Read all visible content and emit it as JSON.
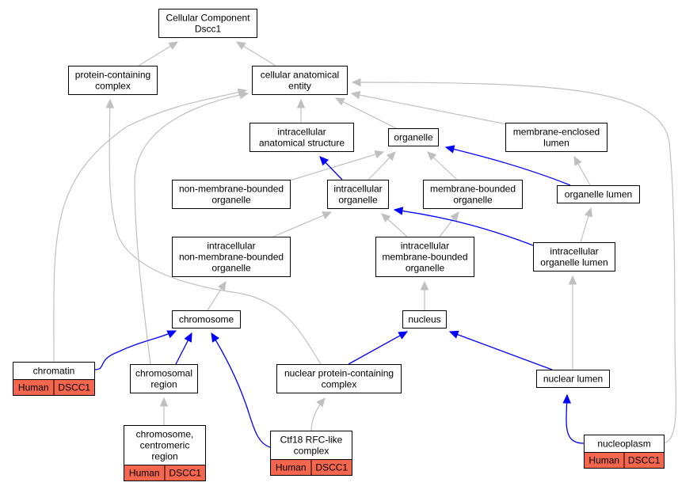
{
  "graph": {
    "nodes": [
      {
        "id": "cc_root",
        "lines": [
          "Cellular Component",
          "Dscc1"
        ]
      },
      {
        "id": "protein_containing_complex",
        "lines": [
          "protein-containing",
          "complex"
        ]
      },
      {
        "id": "cellular_anatomical_entity",
        "lines": [
          "cellular anatomical",
          "entity"
        ]
      },
      {
        "id": "intracellular_anatomical_structure",
        "lines": [
          "intracellular",
          "anatomical structure"
        ]
      },
      {
        "id": "organelle",
        "lines": [
          "organelle"
        ]
      },
      {
        "id": "membrane_enclosed_lumen",
        "lines": [
          "membrane-enclosed",
          "lumen"
        ]
      },
      {
        "id": "non_membrane_bounded_organelle",
        "lines": [
          "non-membrane-bounded",
          "organelle"
        ]
      },
      {
        "id": "intracellular_organelle",
        "lines": [
          "intracellular",
          "organelle"
        ]
      },
      {
        "id": "membrane_bounded_organelle",
        "lines": [
          "membrane-bounded",
          "organelle"
        ]
      },
      {
        "id": "organelle_lumen",
        "lines": [
          "organelle lumen"
        ]
      },
      {
        "id": "intracellular_non_membrane_bounded_organelle",
        "lines": [
          "intracellular",
          "non-membrane-bounded",
          "organelle"
        ]
      },
      {
        "id": "intracellular_membrane_bounded_organelle",
        "lines": [
          "intracellular",
          "membrane-bounded",
          "organelle"
        ]
      },
      {
        "id": "intracellular_organelle_lumen",
        "lines": [
          "intracellular",
          "organelle lumen"
        ]
      },
      {
        "id": "chromosome",
        "lines": [
          "chromosome"
        ]
      },
      {
        "id": "nucleus",
        "lines": [
          "nucleus"
        ]
      },
      {
        "id": "chromatin",
        "lines": [
          "chromatin"
        ],
        "tag": [
          "Human",
          "DSCC1"
        ]
      },
      {
        "id": "chromosomal_region",
        "lines": [
          "chromosomal",
          "region"
        ]
      },
      {
        "id": "nuclear_protein_containing_complex",
        "lines": [
          "nuclear protein-containing",
          "complex"
        ]
      },
      {
        "id": "nuclear_lumen",
        "lines": [
          "nuclear lumen"
        ]
      },
      {
        "id": "chromosome_centromeric_region",
        "lines": [
          "chromosome,",
          "centromeric",
          "region"
        ],
        "tag": [
          "Human",
          "DSCC1"
        ]
      },
      {
        "id": "ctf18_rfc_like_complex",
        "lines": [
          "Ctf18 RFC-like",
          "complex"
        ],
        "tag": [
          "Human",
          "DSCC1"
        ]
      },
      {
        "id": "nucleoplasm",
        "lines": [
          "nucleoplasm"
        ],
        "tag": [
          "Human",
          "DSCC1"
        ]
      }
    ],
    "edges": [
      {
        "from": "protein_containing_complex",
        "to": "cc_root",
        "color": "gray"
      },
      {
        "from": "cellular_anatomical_entity",
        "to": "cc_root",
        "color": "gray"
      },
      {
        "from": "intracellular_anatomical_structure",
        "to": "cellular_anatomical_entity",
        "color": "gray"
      },
      {
        "from": "organelle",
        "to": "cellular_anatomical_entity",
        "color": "gray"
      },
      {
        "from": "membrane_enclosed_lumen",
        "to": "cellular_anatomical_entity",
        "color": "gray"
      },
      {
        "from": "chromatin",
        "to": "cellular_anatomical_entity",
        "color": "gray"
      },
      {
        "from": "chromosomal_region",
        "to": "cellular_anatomical_entity",
        "color": "gray"
      },
      {
        "from": "nucleoplasm",
        "to": "cellular_anatomical_entity",
        "color": "gray"
      },
      {
        "from": "nuclear_protein_containing_complex",
        "to": "protein_containing_complex",
        "color": "gray"
      },
      {
        "from": "non_membrane_bounded_organelle",
        "to": "organelle",
        "color": "gray"
      },
      {
        "from": "intracellular_organelle",
        "to": "organelle",
        "color": "gray"
      },
      {
        "from": "membrane_bounded_organelle",
        "to": "organelle",
        "color": "gray"
      },
      {
        "from": "intracellular_organelle",
        "to": "intracellular_anatomical_structure",
        "color": "blue"
      },
      {
        "from": "organelle_lumen",
        "to": "organelle",
        "color": "blue"
      },
      {
        "from": "organelle_lumen",
        "to": "membrane_enclosed_lumen",
        "color": "gray"
      },
      {
        "from": "intracellular_non_membrane_bounded_organelle",
        "to": "intracellular_organelle",
        "color": "gray"
      },
      {
        "from": "intracellular_membrane_bounded_organelle",
        "to": "intracellular_organelle",
        "color": "gray"
      },
      {
        "from": "intracellular_membrane_bounded_organelle",
        "to": "membrane_bounded_organelle",
        "color": "gray"
      },
      {
        "from": "intracellular_organelle_lumen",
        "to": "intracellular_organelle",
        "color": "blue"
      },
      {
        "from": "intracellular_organelle_lumen",
        "to": "organelle_lumen",
        "color": "gray"
      },
      {
        "from": "chromosome",
        "to": "intracellular_non_membrane_bounded_organelle",
        "color": "gray"
      },
      {
        "from": "nucleus",
        "to": "intracellular_membrane_bounded_organelle",
        "color": "gray"
      },
      {
        "from": "nuclear_lumen",
        "to": "intracellular_organelle_lumen",
        "color": "gray"
      },
      {
        "from": "chromatin",
        "to": "chromosome",
        "color": "blue"
      },
      {
        "from": "chromosomal_region",
        "to": "chromosome",
        "color": "blue"
      },
      {
        "from": "ctf18_rfc_like_complex",
        "to": "chromosome",
        "color": "blue"
      },
      {
        "from": "nuclear_protein_containing_complex",
        "to": "nucleus",
        "color": "blue"
      },
      {
        "from": "nuclear_lumen",
        "to": "nucleus",
        "color": "blue"
      },
      {
        "from": "chromosome_centromeric_region",
        "to": "chromosomal_region",
        "color": "gray"
      },
      {
        "from": "ctf18_rfc_like_complex",
        "to": "nuclear_protein_containing_complex",
        "color": "gray"
      },
      {
        "from": "nucleoplasm",
        "to": "nuclear_lumen",
        "color": "blue"
      }
    ]
  },
  "colors": {
    "is_a_edge": "#c0c0c0",
    "part_of_edge": "#0000ff",
    "annotation_tag": "#f4664d",
    "node_border": "#000000"
  }
}
